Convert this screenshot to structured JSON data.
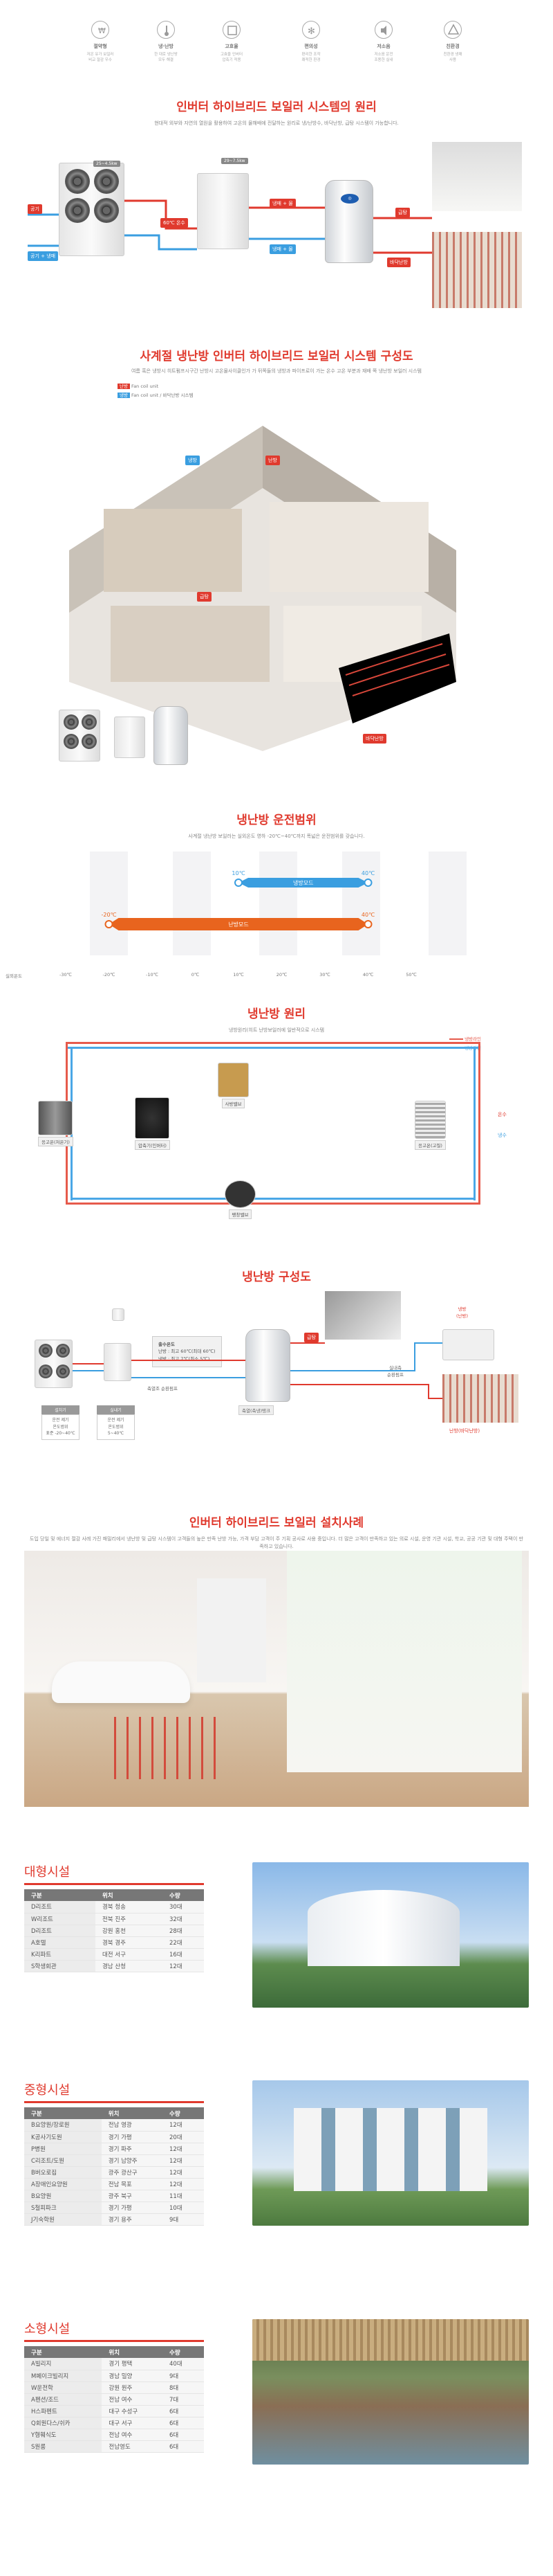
{
  "features": [
    {
      "title": "절약형",
      "desc": "저온 유가 보일러\n비교 절감 우수",
      "icon": "savings-icon"
    },
    {
      "title": "냉·난방",
      "desc": "한 대로 냉난방\n모두 해결",
      "icon": "thermometer-icon"
    },
    {
      "title": "고효율",
      "desc": "고효율 인버터\n압축기 적용",
      "icon": "inverter-icon"
    },
    {
      "title": "편의성",
      "desc": "편리한 조작\n쾌적한 환경",
      "icon": "snowflake-icon"
    },
    {
      "title": "저소음",
      "desc": "저소음 운전\n조용한 실내",
      "icon": "low-noise-icon"
    },
    {
      "title": "친환경",
      "desc": "친환경 냉매\n사용",
      "icon": "eco-icon"
    }
  ],
  "principle": {
    "title": "인버터 하이브리드 보일러 시스템의 원리",
    "sub": "현대적 외부와 자연의 열원을 활용하여 고온의 물해배에 전달하는 원리로 냉/난방수, 바닥난방, 급탕 시스템이 가능합니다.",
    "labels": {
      "air": "공기",
      "air_cool": "공기 + 냉매",
      "refrig": "냉매 + 물",
      "hot": "60℃ 온수",
      "heat": "냉매 + 물",
      "supply": "급탕",
      "floor": "바닥난방",
      "p1": "25~4.5kw",
      "p2": "29~7.5kw"
    }
  },
  "system": {
    "title": "사계절 냉난방 인버터 하이브리드 보일러 시스템 구성도",
    "sub": "여름 혹은 냉방시 히트펌프시구간 난방시 고온물사이클인가 가 뒤쪽들의 냉방과 파이프로이 가는 온수 고온 부분과 재배 쪽 냉난방 보일러 시스템",
    "legend": [
      {
        "tag": "난방",
        "text": "Fan coil unit"
      },
      {
        "tag": "냉방",
        "text": "Fan coil unit / 바닥난방 시스템"
      }
    ],
    "house_tags": {
      "cool": "냉방",
      "heat": "난방",
      "hot": "급탕",
      "floor": "바닥난방"
    }
  },
  "range": {
    "title": "냉난방 운전범위",
    "sub": "사계절 냉난방 보일러는 실외온도 영하 -20℃~40℃까지 폭넓은 운전범위를 갖습니다.",
    "cool": {
      "label": "냉방모드",
      "from": "10℃",
      "to": "40℃",
      "min": 10,
      "max": 40
    },
    "heat": {
      "label": "난방모드",
      "from": "-20℃",
      "to": "40℃",
      "min": -20,
      "max": 40
    },
    "axis_title": "실외온도",
    "ticks": [
      "-30℃",
      "-20℃",
      "-10℃",
      "0℃",
      "10℃",
      "20℃",
      "30℃",
      "40℃",
      "50℃"
    ]
  },
  "cycle": {
    "title": "냉난방 원리",
    "sub": "냉방원리(히트 난방보일러에 일반적으로 시스템",
    "legend": [
      {
        "name": "냉방라인",
        "color": "#e65a4c"
      },
      {
        "name": "냉방라인",
        "color": "#4aa7e6"
      }
    ],
    "parts": [
      "응고온(저온기)",
      "압축기(인버터)",
      "사방밸브",
      "응고온(고질)",
      "팽창밸브"
    ],
    "side": [
      "온수",
      "냉수"
    ]
  },
  "config": {
    "title": "냉난방 구성도",
    "boxes": [
      {
        "title": "설치기",
        "lines": [
          "운전 제기",
          "온도범위",
          "표준 -20~40℃"
        ]
      },
      {
        "title": "실내기",
        "lines": [
          "운전 제기",
          "온도범위",
          "5~40℃"
        ]
      }
    ],
    "info": {
      "title": "출수온도",
      "lines": [
        "난방 : 최고 60℃(최대 60℃)",
        "냉방 : 최고 7℃(최소 5℃)"
      ]
    },
    "labels": {
      "cool_pipe": "축열조 순환펌프",
      "tank": "축열(축냉)탱크",
      "dhw": "급탕",
      "cassette": "냉방\n(난방)",
      "pump": "실내측\n순환펌프",
      "floor": "난방(바닥난방)"
    }
  },
  "install": {
    "title": "인버터 하이브리드 보일러 설치사례",
    "sub": "도입 당일 및 에너지 절감 사례 가진 패밀리에서 냉난방 및 급탕 시스템이 고객들의 높은 만족 난방 가능, 가격 부담 고객이 주 기획 공사로 사용 중입니다. 더 많은 고객이 만족하고 있는 의료 시설, 운영 기관 시설, 학교, 공공 기관 및 대형 주택이 만족하고 있습니다."
  },
  "tables": [
    {
      "title": "대형시설",
      "headers": [
        "구분",
        "위치",
        "수량"
      ],
      "rows": [
        [
          "D리조트",
          "경북 청송",
          "30대"
        ],
        [
          "W리조트",
          "전북 진주",
          "32대"
        ],
        [
          "D리조트",
          "강원 홍천",
          "28대"
        ],
        [
          "A호텔",
          "경북 경주",
          "22대"
        ],
        [
          "K리파트",
          "대전 서구",
          "16대"
        ],
        [
          "S학생회관",
          "경남 산청",
          "12대"
        ]
      ]
    },
    {
      "title": "중형시설",
      "headers": [
        "구분",
        "위치",
        "수량"
      ],
      "rows": [
        [
          "B요양원/장로원",
          "전남 영광",
          "12대"
        ],
        [
          "K공사기도원",
          "경기 가평",
          "20대"
        ],
        [
          "P병원",
          "경기 파주",
          "12대"
        ],
        [
          "C리조트/도원",
          "경기 남양주",
          "12대"
        ],
        [
          "B버오로집",
          "광주 광산구",
          "12대"
        ],
        [
          "A장애인요양원",
          "전남 목포",
          "12대"
        ],
        [
          "B요양원",
          "광주 북구",
          "11대"
        ],
        [
          "S철피파크",
          "경기 가평",
          "10대"
        ],
        [
          "J기숙학원",
          "경기 용주",
          "9대"
        ]
      ]
    },
    {
      "title": "소형시설",
      "headers": [
        "구분",
        "위치",
        "수량"
      ],
      "rows": [
        [
          "A빌리지",
          "경기 평택",
          "40대"
        ],
        [
          "M페이크빌리지",
          "경남 밀양",
          "9대"
        ],
        [
          "W운전학",
          "강원 원주",
          "8대"
        ],
        [
          "A펜션/조드",
          "전남 여수",
          "7대"
        ],
        [
          "H스파펜트",
          "대구 수성구",
          "6대"
        ],
        [
          "Q회원다스/쉬카",
          "대구 서구",
          "6대"
        ],
        [
          "Y형훼식도",
          "전남 여수",
          "6대"
        ],
        [
          "S원룸",
          "전남영도",
          "6대"
        ]
      ]
    }
  ],
  "colors": {
    "accent": "#e03a2e",
    "blue": "#3a9ee0",
    "orange": "#e8641e"
  }
}
